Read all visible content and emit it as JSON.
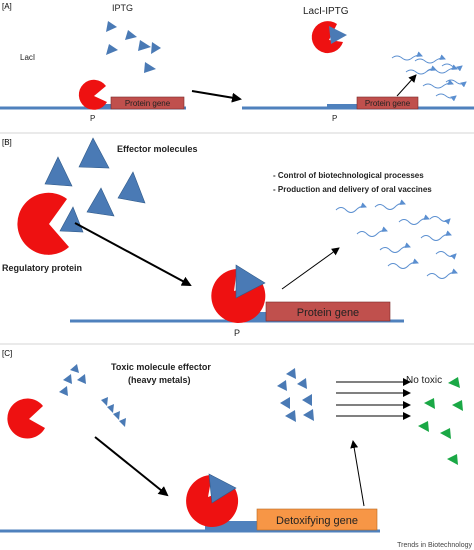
{
  "panels": {
    "a": {
      "tag": "[A]",
      "effector_label": "IPTG",
      "repressor_label": "LacI",
      "complex_label": "LacI-IPTG",
      "gene_label": "Protein gene",
      "promoter_left": "P",
      "promoter_right": "P"
    },
    "b": {
      "tag": "[B]",
      "effector_label": "Effector molecules",
      "regulator_label": "Regulatory protein",
      "applications": [
        "- Control of biotechnological processes",
        "- Production and delivery of oral vaccines"
      ],
      "gene_label": "Protein gene",
      "promoter": "P"
    },
    "c": {
      "tag": "[C]",
      "effector_label_line1": "Toxic molecule effector",
      "effector_label_line2": "(heavy metals)",
      "gene_label": "Detoxifying gene",
      "result_label": "No toxic"
    }
  },
  "credit": "Trends in Biotechnology",
  "colors": {
    "repressor": "#ee1111",
    "effector": "#4a7ab5",
    "gene_box": "#c0504d",
    "detox_gene": "#f79646",
    "dna": "#4f81bd",
    "protein_squiggle": "#5b8fd0",
    "non_toxic": "#1aa845",
    "panel_divider": "#aaaaaa"
  }
}
